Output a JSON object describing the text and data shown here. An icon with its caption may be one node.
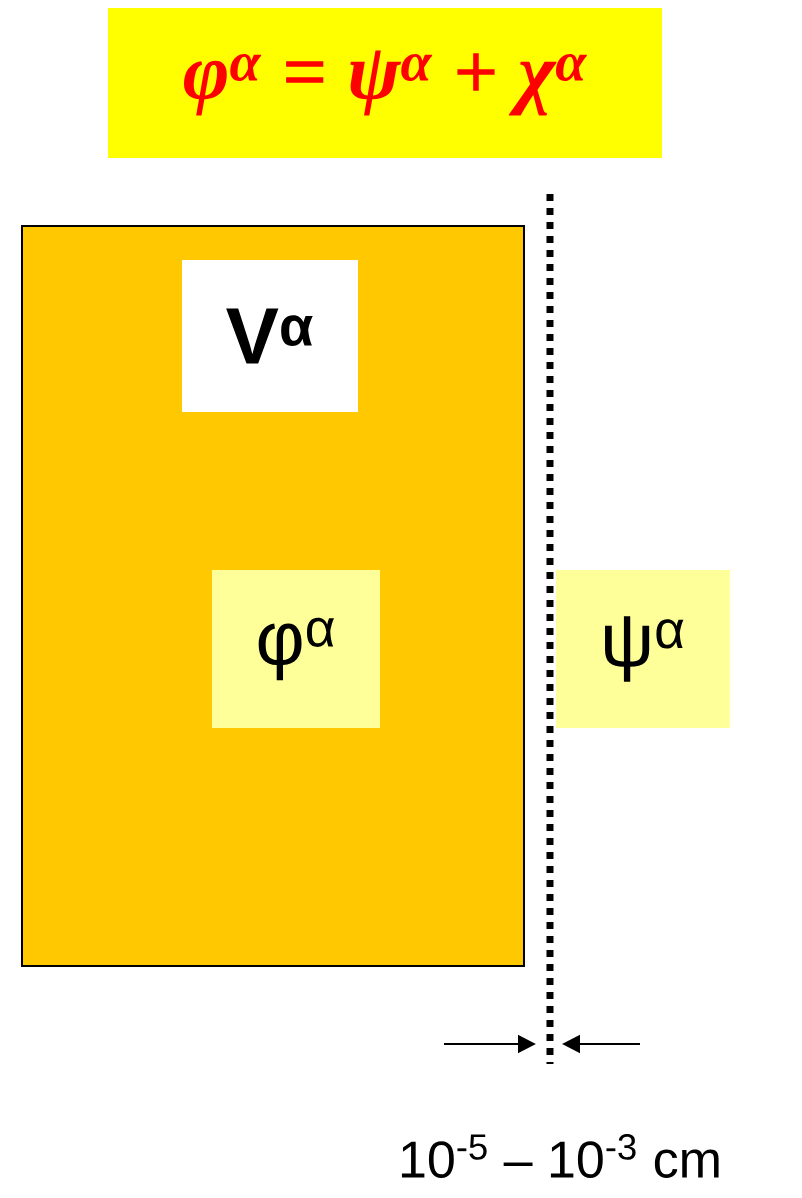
{
  "diagram": {
    "title": "φ$^{α}$ = ψ$^{α}$ + χ$^{α}$",
    "nodes": [
      {
        "text": [],
        "shape": "box"
      },
      {
        "text": [
          "V$^{α}$"
        ],
        "in": 0
      },
      {
        "text": [
          "φ$^{α}$"
        ],
        "in": 0
      },
      {
        "text": [
          "ψ$^{α}$"
        ]
      }
    ],
    "labels": [
      "10$^{-5}$ – 10$^{-3}$ cm"
    ]
  }
}
